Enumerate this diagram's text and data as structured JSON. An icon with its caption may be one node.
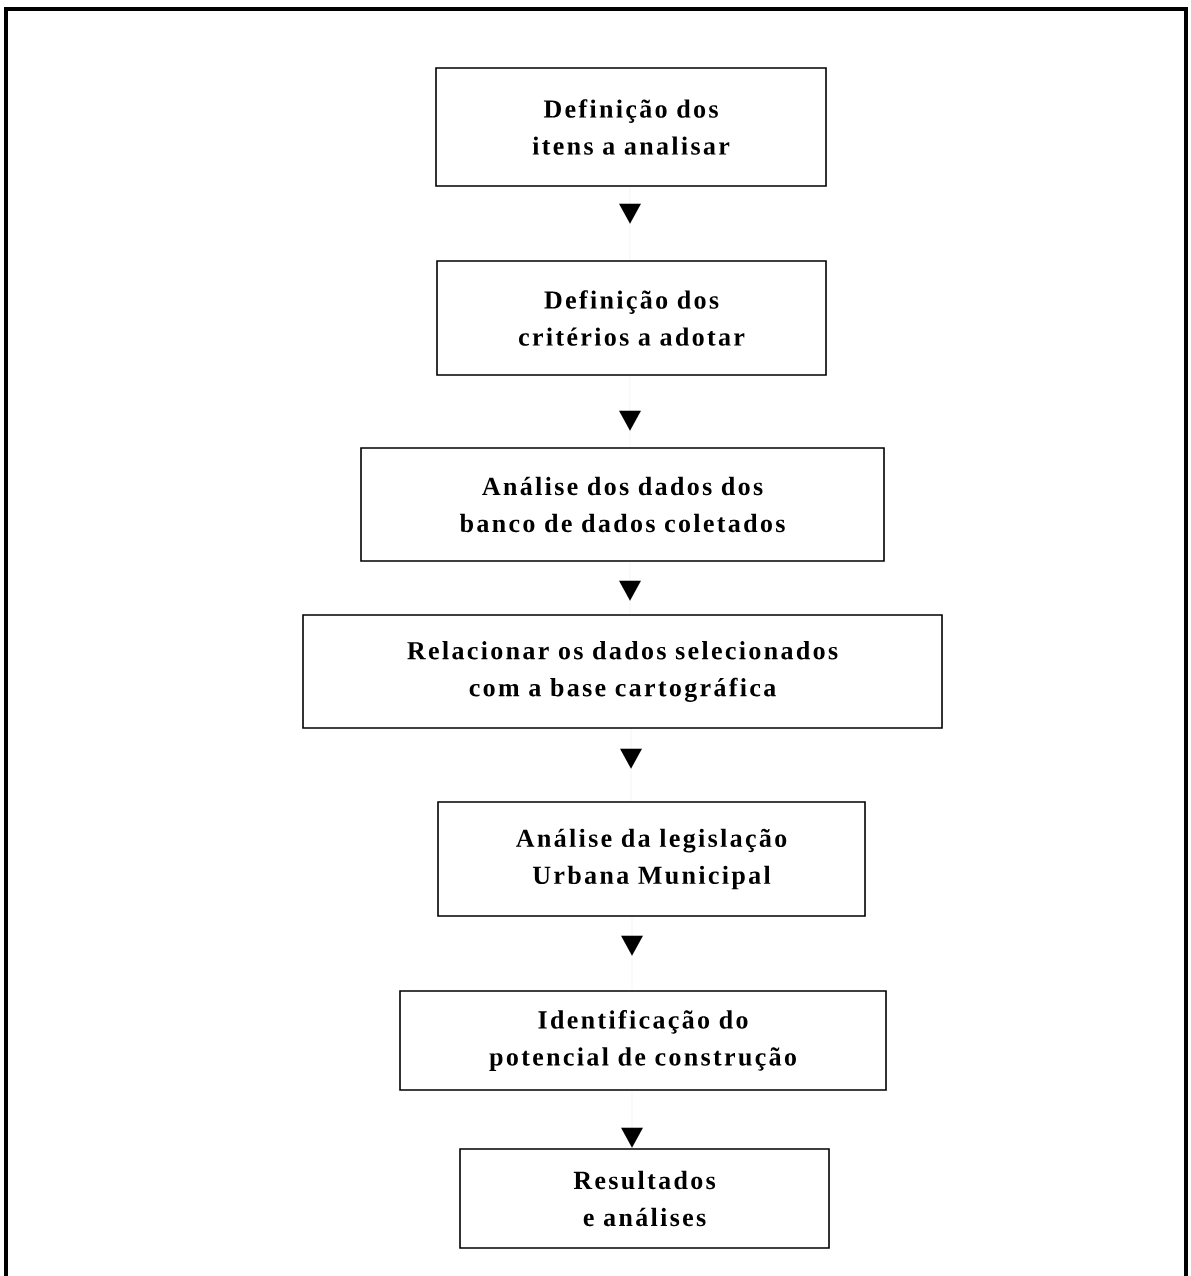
{
  "diagram": {
    "nodes": [
      {
        "text": [
          "Definição dos itens a analisar"
        ]
      },
      {
        "text": [
          "Definição dos critérios a adotar"
        ]
      },
      {
        "text": [
          "Análise dos dados dos banco de dados coletados"
        ]
      },
      {
        "text": [
          "Relacionar os dados selecionados com a base cartográfica"
        ]
      },
      {
        "text": [
          "Análise da legislação Urbana Municipal"
        ]
      },
      {
        "text": [
          "Identificação do potencial de construção"
        ]
      },
      {
        "text": [
          "Resultados e análises"
        ]
      }
    ],
    "edges": [
      {
        "from": 0,
        "to": 1,
        "arrow": "to"
      },
      {
        "from": 1,
        "to": 2,
        "arrow": "to"
      },
      {
        "from": 2,
        "to": 3,
        "arrow": "to"
      },
      {
        "from": 3,
        "to": 4,
        "arrow": "to"
      },
      {
        "from": 4,
        "to": 5,
        "arrow": "to"
      },
      {
        "from": 5,
        "to": 6,
        "arrow": "to"
      }
    ]
  }
}
